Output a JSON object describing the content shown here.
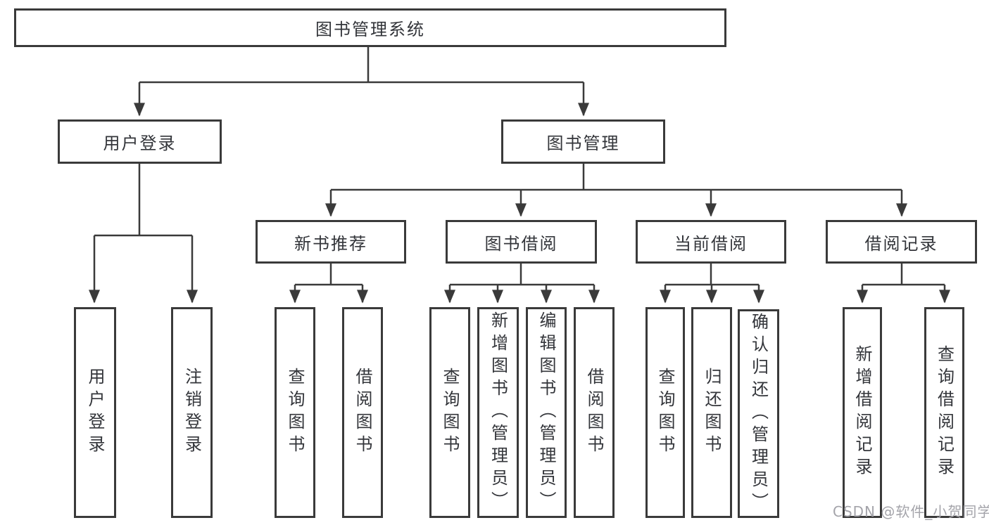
{
  "root": {
    "label": "图书管理系统"
  },
  "branches": [
    {
      "label": "用户登录",
      "children": [
        "用户登录",
        "注销登录"
      ]
    },
    {
      "label": "图书管理",
      "groups": [
        {
          "label": "新书推荐",
          "children": [
            "查询图书",
            "借阅图书"
          ]
        },
        {
          "label": "图书借阅",
          "children": [
            "查询图书",
            "新增图书（管理员）",
            "编辑图书（管理员）",
            "借阅图书"
          ]
        },
        {
          "label": "当前借阅",
          "children": [
            "查询图书",
            "归还图书",
            "确认归还（管理员）"
          ]
        },
        {
          "label": "借阅记录",
          "children": [
            "新增借阅记录",
            "查询借阅记录"
          ]
        }
      ]
    }
  ],
  "watermark": "CSDN @软件_小贺同学",
  "colors": {
    "line": "#3a3a3a",
    "box_border": "#3a3a3a",
    "text": "#33353a",
    "watermark": "#a4a4aa",
    "background": "#ffffff"
  }
}
